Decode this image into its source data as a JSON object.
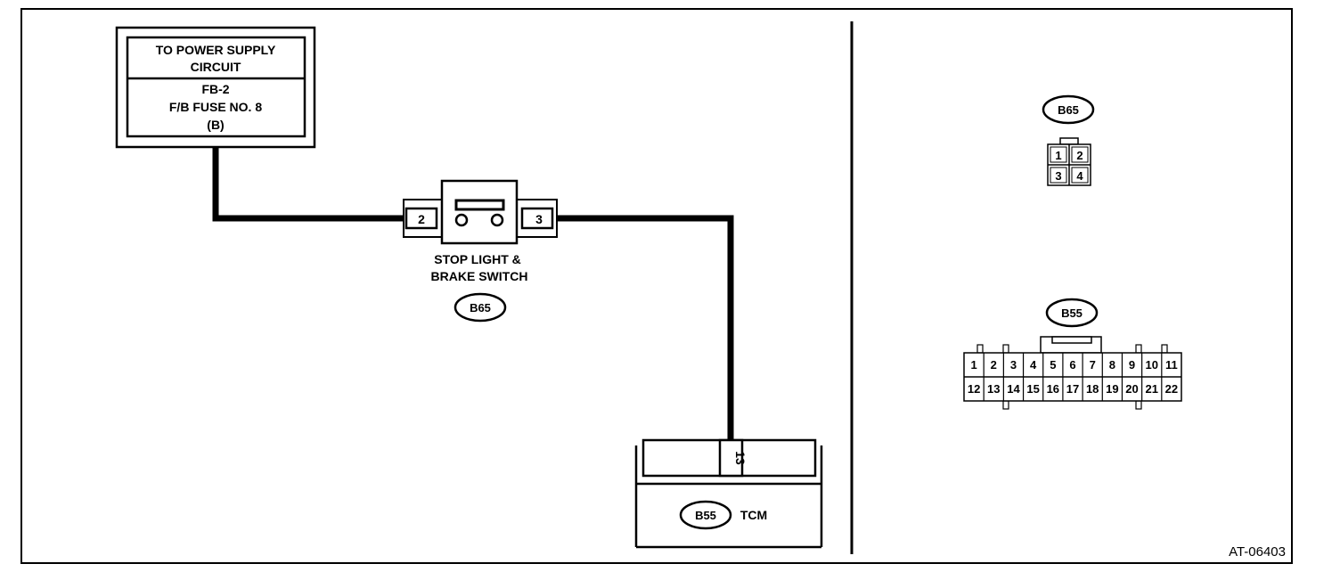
{
  "power_supply": {
    "header": "TO POWER SUPPLY",
    "header2": "CIRCUIT",
    "fuse_line1": "FB-2",
    "fuse_line2": "F/B FUSE NO. 8",
    "fuse_line3": "(B)"
  },
  "switch": {
    "label1": "STOP LIGHT &",
    "label2": "BRAKE SWITCH",
    "connector": "B65",
    "pin_left": "2",
    "pin_right": "3"
  },
  "tcm": {
    "connector": "B55",
    "label": "TCM",
    "pin": "13"
  },
  "connector_views": {
    "b65": {
      "label": "B65",
      "pins": [
        "1",
        "2",
        "3",
        "4"
      ]
    },
    "b55": {
      "label": "B55",
      "pins_top": [
        "1",
        "2",
        "3",
        "4",
        "5",
        "6",
        "7",
        "8",
        "9",
        "10",
        "11"
      ],
      "pins_bottom": [
        "12",
        "13",
        "14",
        "15",
        "16",
        "17",
        "18",
        "19",
        "20",
        "21",
        "22"
      ]
    }
  },
  "figure_id": "AT-06403"
}
